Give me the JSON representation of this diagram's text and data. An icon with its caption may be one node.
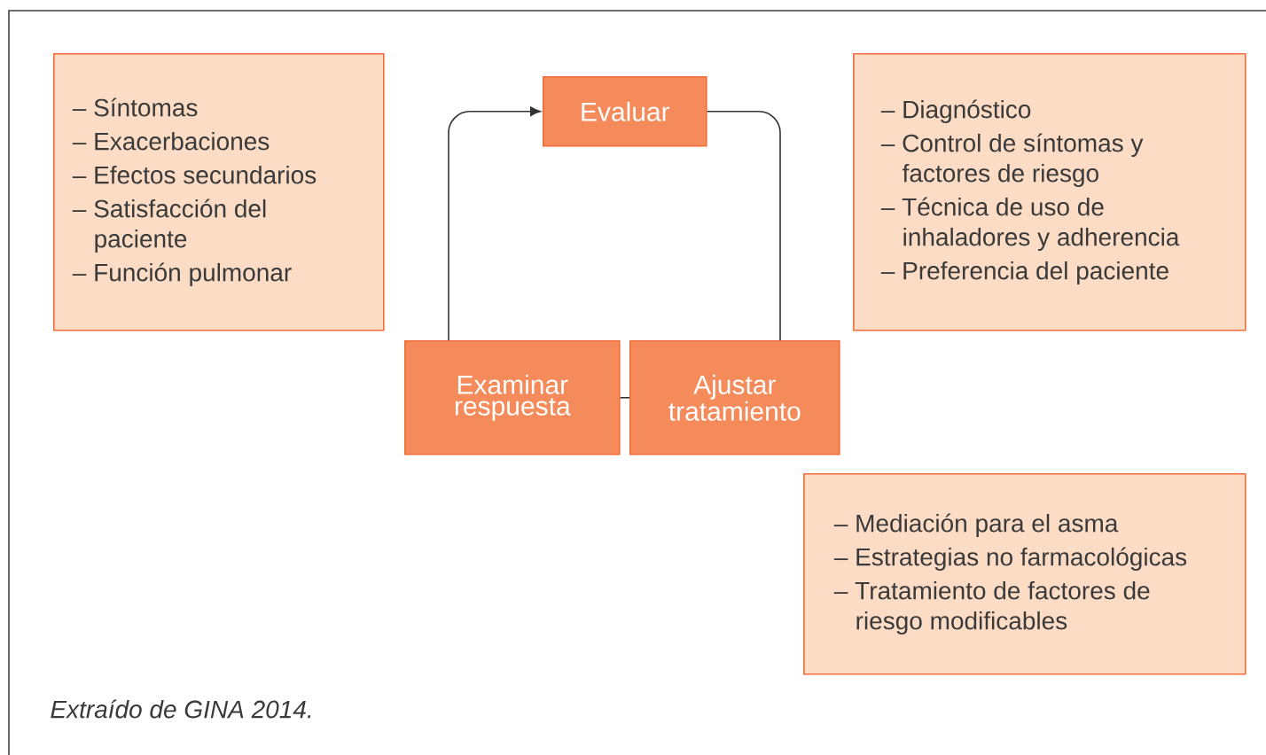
{
  "diagram": {
    "caption": "Extraído de GINA 2014.",
    "nodes": [
      {
        "text": [
          "– Síntomas",
          "– Exacerbaciones",
          "– Efectos secundarios",
          "– Satisfacción del paciente",
          "– Función pulmonar"
        ]
      },
      {
        "text": [
          "Evaluar"
        ]
      },
      {
        "text": [
          "– Diagnóstico",
          "– Control de síntomas y factores de riesgo",
          "– Técnica de uso de inhaladores y adherencia",
          "– Preferencia del paciente"
        ]
      },
      {
        "text": [
          "Examinar respuesta"
        ]
      },
      {
        "text": [
          "Ajustar tratamiento"
        ]
      },
      {
        "text": [
          "– Mediación para el asma",
          "– Estrategias no farmacológicas",
          "– Tratamiento de factores de riesgo modificables"
        ]
      }
    ],
    "edges": [
      {
        "from": 3,
        "to": 1,
        "arrow": "to"
      },
      {
        "from": 1,
        "to": 4,
        "arrow": "none"
      },
      {
        "from": 4,
        "to": 3,
        "arrow": "none"
      }
    ]
  }
}
